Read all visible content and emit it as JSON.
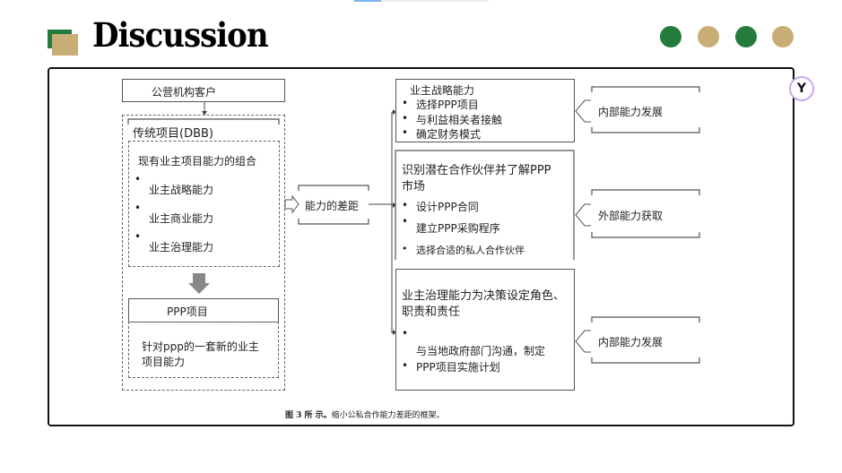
{
  "header": {
    "title": "Discussion"
  },
  "colors": {
    "green": "#247c3c",
    "tan": "#c9ad76",
    "dots": [
      "#247c3c",
      "#c9ad76",
      "#247c3c",
      "#c9ad76"
    ]
  },
  "logo": {
    "icon": "brand-logo-icon"
  },
  "diagram": {
    "client": "公营机构客户",
    "traditional": {
      "title": "传统项目(DBB)",
      "subtitle": "现有业主项目能力的组合",
      "items": [
        "业主战略能力",
        "业主商业能力",
        "业主治理能力"
      ]
    },
    "ppp": {
      "title": "PPP项目",
      "desc_line1": "针对ppp的一套新的业主",
      "desc_line2": "项目能力"
    },
    "gap": "能力的差距",
    "strategic": {
      "title": "业主战略能力",
      "items": [
        "选择PPP项目",
        "与利益相关者接触",
        "确定财务模式"
      ]
    },
    "commercial": {
      "title_line1": "识别潜在合作伙伴并了解PPP",
      "title_line2": "市场",
      "items": [
        "设计PPP合同",
        "建立PPP采购程序",
        "选择合适的私人合作伙伴"
      ]
    },
    "governance": {
      "title_line1": "业主治理能力为决策设定角色、",
      "title_line2": "职责和责任",
      "item_line1": "与当地政府部门沟通，制定",
      "item_line2": "PPP项目实施计划"
    },
    "side": [
      "内部能力发展",
      "外部能力获取",
      "内部能力发展"
    ]
  },
  "caption": {
    "label": "图 3 所 示。",
    "text": "缩小公私合作能力差距的框架。"
  }
}
